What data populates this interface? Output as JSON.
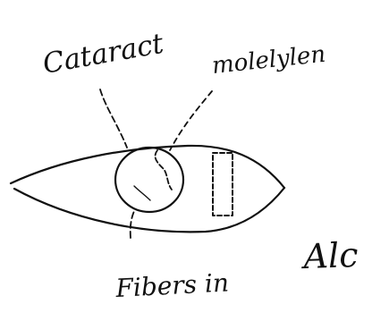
{
  "labels": {
    "cataract": "Cataract",
    "opacity": "molelylen",
    "bottom_left": "Fibers in",
    "bottom_right": "Alc"
  },
  "colors": {
    "ink": "#111111",
    "paper": "#ffffff"
  }
}
